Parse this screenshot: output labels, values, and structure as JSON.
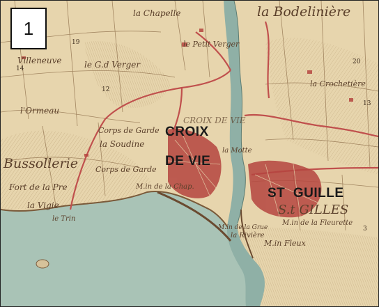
{
  "panel_number": "1",
  "overlay_labels": {
    "croix_line1": "CROIX",
    "croix_line2": "DE VIE",
    "st_guille": "ST  GUILLE"
  },
  "map_place_names": {
    "la_chapelle": "la Chapelle",
    "la_bodeliniere": "la Bodelinière",
    "le_petit_verger": "le Petit Verger",
    "le_grand_verger": "le G.d Verger",
    "villeneuve": "Villeneuve",
    "la_crochetiere": "la Crochetière",
    "l_ormeau": "l'Ormeau",
    "bussollerie": "Bussollerie",
    "corps_de_garde_1": "Corps de Garde",
    "la_soudine": "la Soudine",
    "corps_de_garde_2": "Corps de Garde",
    "fort_de_la_pre": "Fort de la Pre",
    "la_vigie": "la Vigie",
    "le_trin": "le Trin",
    "moulin_chapelle": "M.in de la Chap.",
    "la_motte": "la Motte",
    "st_gilles": "S.t GILLES",
    "la_riviere": "la Rivière",
    "moulin_gruas": "M.in de la Grue",
    "moulin_fleurette": "M.in de la Fleurette",
    "moulin_fleux": "M.in Fleux",
    "croix_de_vie_map": "CROIX DE VIE"
  },
  "map_numbers": {
    "n19": "19",
    "n14": "14",
    "n12": "12",
    "n20": "20",
    "n13": "13",
    "n3": "3"
  },
  "colors": {
    "land": "#e7d5ad",
    "sea": "#a9c3b6",
    "river": "#8fb0a6",
    "road": "#c0504d",
    "settlement": "#b5453f"
  }
}
